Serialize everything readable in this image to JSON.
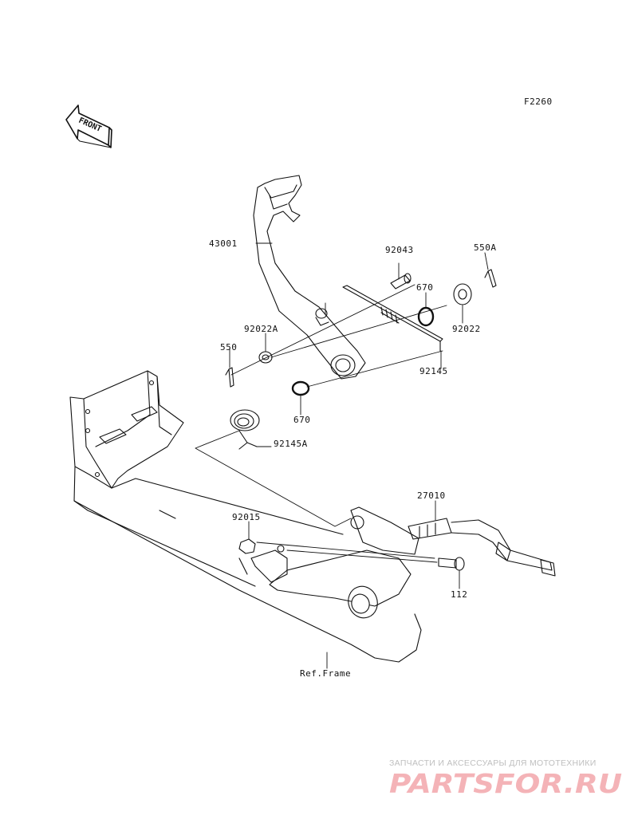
{
  "diagram_code": "F2260",
  "front_label": "FRONT",
  "parts": [
    {
      "id": "p43001",
      "number": "43001"
    },
    {
      "id": "p92043",
      "number": "92043"
    },
    {
      "id": "p550A",
      "number": "550A"
    },
    {
      "id": "p670a",
      "number": "670"
    },
    {
      "id": "p92022",
      "number": "92022"
    },
    {
      "id": "p92022A",
      "number": "92022A"
    },
    {
      "id": "p550",
      "number": "550"
    },
    {
      "id": "p92145",
      "number": "92145"
    },
    {
      "id": "p670b",
      "number": "670"
    },
    {
      "id": "p92145A",
      "number": "92145A"
    },
    {
      "id": "p27010",
      "number": "27010"
    },
    {
      "id": "p92015",
      "number": "92015"
    },
    {
      "id": "p112",
      "number": "112"
    }
  ],
  "frame_ref": "Ref.Frame",
  "watermark": {
    "subtitle": "ЗАПЧАСТИ И АКСЕССУАРЫ ДЛЯ МОТОТЕХНИКИ",
    "logo_text": "PARTSFOR.RU",
    "color": "#f4b3b7"
  },
  "colors": {
    "line": "#111111",
    "background": "#ffffff"
  }
}
